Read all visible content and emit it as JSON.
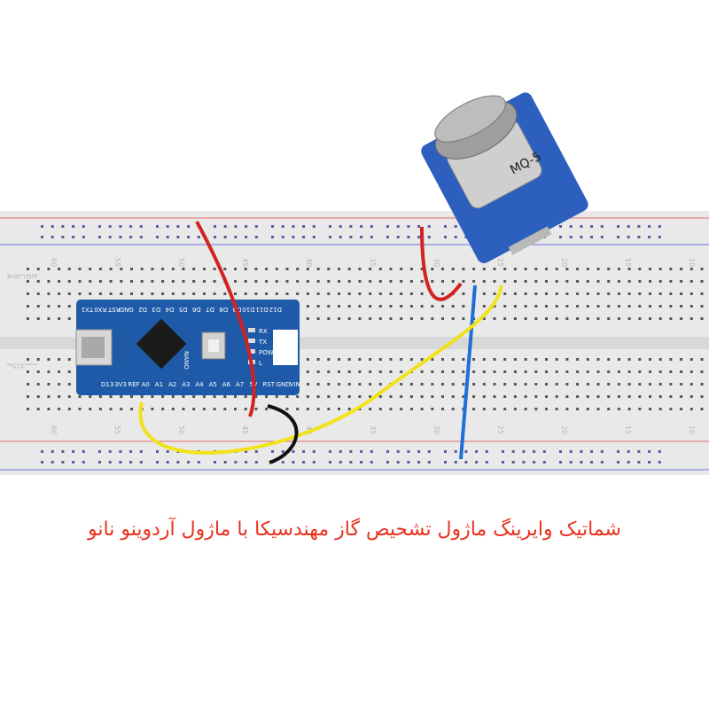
{
  "caption": "شماتیک وایرینگ ماژول تشحیص گاز مهندسیکا با ماژول آردوینو نانو",
  "breadboard": {
    "column_numbers_top": [
      "60",
      "55",
      "50",
      "45",
      "40",
      "35",
      "30",
      "25",
      "20",
      "15",
      "10"
    ],
    "column_numbers_bottom": [
      "60",
      "55",
      "50",
      "45",
      "40",
      "35",
      "30",
      "25",
      "20",
      "15",
      "10"
    ],
    "row_letters_top": [
      "A",
      "B",
      "C",
      "D",
      "E"
    ],
    "row_letters_bottom": [
      "F",
      "G",
      "H",
      "I",
      "J"
    ]
  },
  "arduino": {
    "board_label": "NANO",
    "top_pins": [
      "D12",
      "D11",
      "D10",
      "D9",
      "D8",
      "D7",
      "D6",
      "D5",
      "D4",
      "D3",
      "D2",
      "GND",
      "RST",
      "RX0",
      "TX1"
    ],
    "bottom_pins": [
      "D13",
      "3V3",
      "REF",
      "A0",
      "A1",
      "A2",
      "A3",
      "A4",
      "A5",
      "A6",
      "A7",
      "5V",
      "RST",
      "GND",
      "VIN"
    ],
    "leds": [
      "RX",
      "TX",
      "POW",
      "L"
    ]
  },
  "sensor": {
    "label": "MQ-5"
  },
  "colors": {
    "wire_red": "#d42222",
    "wire_blue": "#1f6fd6",
    "wire_yellow": "#f2e21a",
    "wire_black": "#111111",
    "board_blue": "#1f5aa8",
    "caption": "#e8321e"
  }
}
